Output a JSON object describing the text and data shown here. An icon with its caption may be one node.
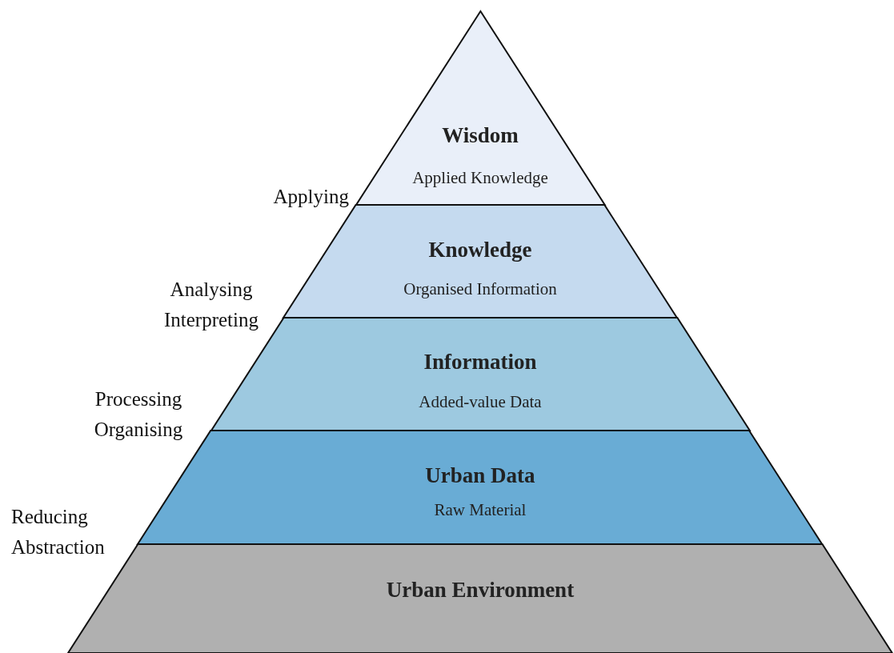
{
  "diagram": {
    "nodes": [
      {
        "text": [
          "Wisdom",
          "Applied Knowledge"
        ]
      },
      {
        "text": [
          "Knowledge",
          "Organised Information"
        ]
      },
      {
        "text": [
          "Information",
          "Added-value Data"
        ]
      },
      {
        "text": [
          "Urban Data",
          "Raw Material"
        ]
      },
      {
        "text": [
          "Urban Environment"
        ]
      }
    ],
    "labels": [
      "Applying",
      "Analysing Interpreting",
      "Processing Organising",
      "Reducing Abstraction"
    ]
  }
}
